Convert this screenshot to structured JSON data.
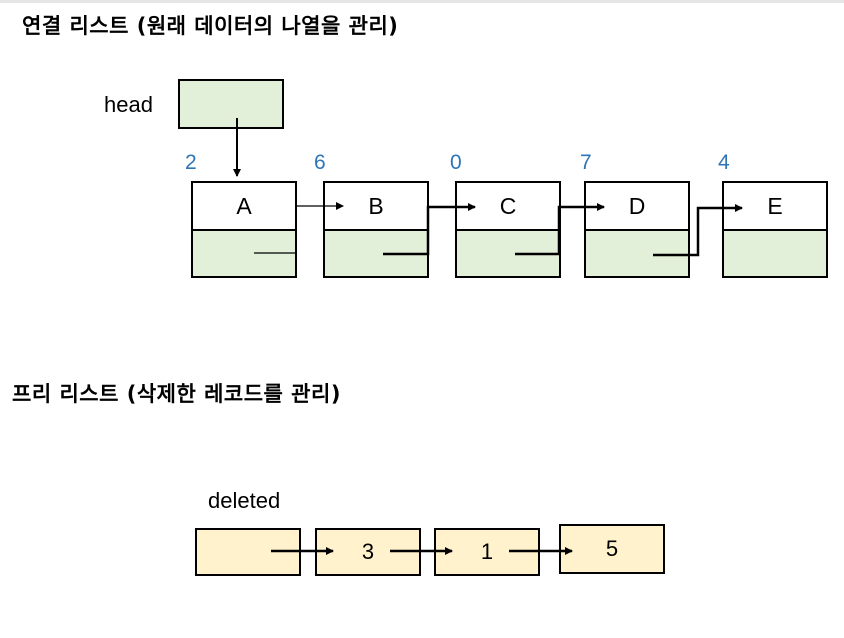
{
  "linked_list": {
    "title": "연결 리스트 (원래 데이터의 나열을 관리)",
    "head_label": "head",
    "nodes": [
      {
        "index": "2",
        "value": "A"
      },
      {
        "index": "6",
        "value": "B"
      },
      {
        "index": "0",
        "value": "C"
      },
      {
        "index": "7",
        "value": "D"
      },
      {
        "index": "4",
        "value": "E"
      }
    ]
  },
  "free_list": {
    "title": "프리 리스트 (삭제한 레코드를 관리)",
    "deleted_label": "deleted",
    "nodes": [
      {
        "value": ""
      },
      {
        "value": "3"
      },
      {
        "value": "1"
      },
      {
        "value": "5"
      }
    ]
  },
  "colors": {
    "node_green": "#e2efd9",
    "node_yellow": "#fff2cc",
    "index_blue": "#2e75b6"
  }
}
